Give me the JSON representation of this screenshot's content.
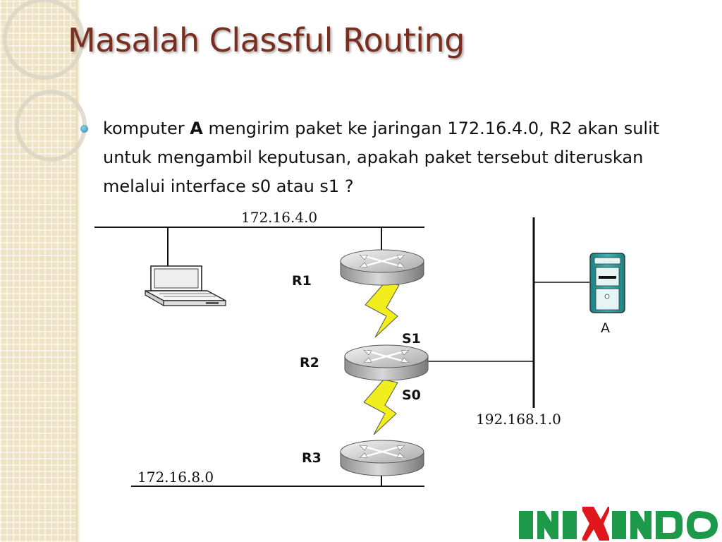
{
  "slide": {
    "title": "Masalah Classful Routing",
    "bullet": {
      "before": "komputer ",
      "bold": "A",
      "after": " mengirim paket ke jaringan 172.16.4.0, R2 akan sulit untuk mengambil keputusan, apakah paket tersebut diteruskan melalui interface s0 atau s1 ?"
    }
  },
  "diagram": {
    "networks": {
      "top": "172.16.4.0",
      "right": "192.168.1.0",
      "bottom": "172.16.8.0"
    },
    "routers": {
      "r1": "R1",
      "r2": "R2",
      "r3": "R3"
    },
    "interfaces": {
      "s1": "S1",
      "s0": "S0"
    },
    "host": "A"
  },
  "logo": {
    "text": "INIXINDO"
  },
  "colors": {
    "title": "#7a2e1f",
    "bullet": "#2b8ca9",
    "logo_green": "#1c9a4a",
    "logo_red": "#e0161d",
    "serial_link": "#f2ee1e",
    "host_body": "#2a9a9a"
  }
}
